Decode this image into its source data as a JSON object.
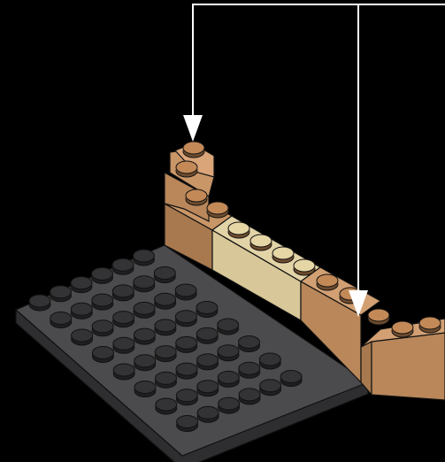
{
  "figure": {
    "kind": "lego-instruction-step",
    "background_color": "#000000",
    "callout_color": "#ffffff",
    "callout_arrows": [
      {
        "name": "arrow-1",
        "points_to": "top-brick-stack"
      },
      {
        "name": "arrow-2",
        "points_to": "wall-corner-brick"
      }
    ],
    "colors": {
      "baseplate_top": "#4b4b4d",
      "baseplate_side": "#2e2e30",
      "stud": "#2f2f31",
      "brick_tan": "#b9875a",
      "brick_tan_dark": "#8f6641",
      "brick_tan_light": "#d9a579",
      "brick_beige": "#d8c798",
      "brick_beige_dark": "#b9a57a",
      "outline": "#111111"
    }
  }
}
